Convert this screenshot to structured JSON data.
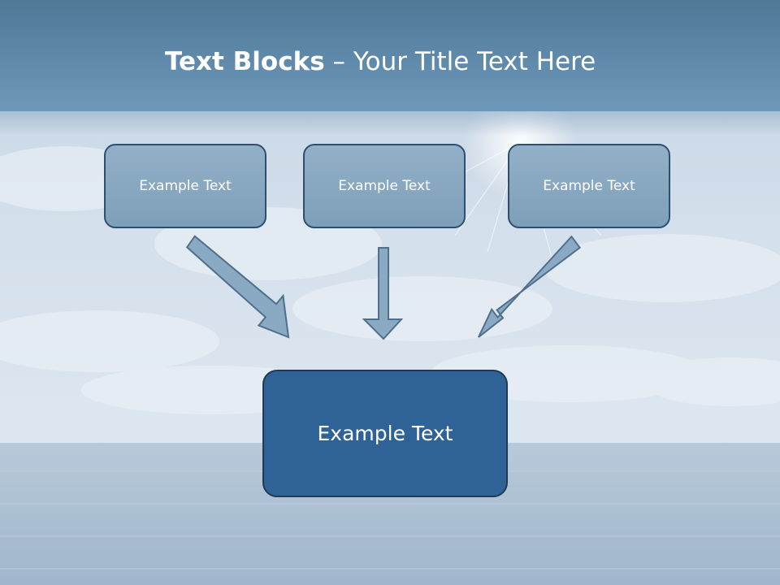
{
  "title": {
    "bold": "Text Blocks",
    "rest": " – Your Title Text Here"
  },
  "blocks": {
    "left": "Example Text",
    "center": "Example Text",
    "right": "Example Text",
    "target": "Example Text"
  },
  "colors": {
    "header": "#5f8aab",
    "small_box_fill": "#86a6bf",
    "target_box_fill": "#2f6398",
    "arrow_fill": "#8aaac4",
    "arrow_stroke": "#4f6f8c"
  }
}
